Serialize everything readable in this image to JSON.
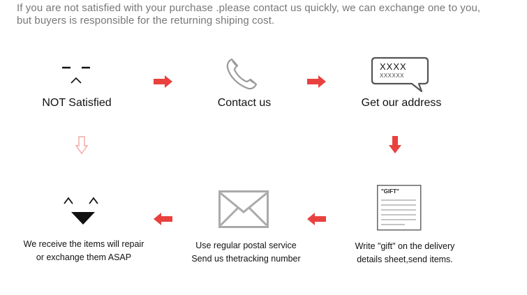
{
  "intro": {
    "line1": "If you are not satisfied with your purchase .please contact us quickly, we can exchange one to you,",
    "line2": "but buyers is responsible for the returning shiping cost."
  },
  "steps": {
    "not_satisfied": {
      "label": "NOT Satisfied",
      "icon": "unhappy-face-icon"
    },
    "contact_us": {
      "label": "Contact us",
      "icon": "phone-icon"
    },
    "get_address": {
      "label": "Get our address",
      "icon": "speech-bubble-icon",
      "bubble_top": "XXXX",
      "bubble_bottom": "XXXXXX"
    },
    "write_gift": {
      "label_line1": "Write \"gift\" on the delivery",
      "label_line2": "details sheet,send items.",
      "icon": "document-icon",
      "doc_text": "\"GIFT\""
    },
    "postal": {
      "label_line1": "Use regular postal service",
      "label_line2": "Send us thetracking number",
      "icon": "envelope-icon"
    },
    "receive": {
      "label_line1": "We receive the items will repair",
      "label_line2": "or exchange them ASAP",
      "icon": "happy-face-icon"
    }
  },
  "colors": {
    "arrow": "#e8413e",
    "intro_text": "#777777",
    "icon_gray": "#999999"
  }
}
